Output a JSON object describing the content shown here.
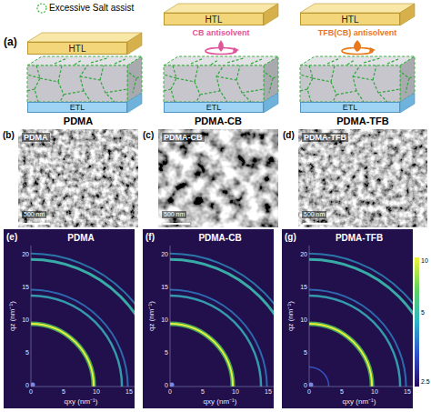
{
  "diagram": {
    "nodes": [
      {
        "text": [
          "HTL"
        ]
      },
      {
        "text": [
          "ETL"
        ]
      },
      {
        "text": [
          "HTL"
        ]
      },
      {
        "text": [
          "ETL"
        ]
      },
      {
        "text": [
          "HTL"
        ]
      },
      {
        "text": [
          "ETL"
        ]
      }
    ],
    "labels": [
      "(a)",
      "CB antisolvent",
      "TFB(CB) antisolvent",
      "PDMA",
      "PDMA-CB",
      "PDMA-TFB",
      "(b)",
      "PDMA",
      "500 nm",
      "(c)",
      "PDMA-CB",
      "500 nm",
      "(d)",
      "PDMA-TFB",
      "500 nm",
      "(e)",
      "PDMA",
      "(f)",
      "PDMA-CB",
      "(g)",
      "PDMA-TFB",
      "qz (nm⁻¹)",
      "qxy (nm⁻¹)",
      "0",
      "5",
      "10",
      "15",
      "20",
      "0",
      "5",
      "10",
      "15",
      "qz (nm⁻¹)",
      "qxy (nm⁻¹)",
      "0",
      "5",
      "10",
      "15",
      "20",
      "0",
      "5",
      "10",
      "15",
      "qz (nm⁻¹)",
      "qxy (nm⁻¹)",
      "0",
      "5",
      "10",
      "15",
      "20",
      "0",
      "5",
      "10",
      "15",
      "10",
      "5",
      "2.5"
    ],
    "legend": [
      {
        "text": "Excessive Salt assist"
      }
    ]
  }
}
